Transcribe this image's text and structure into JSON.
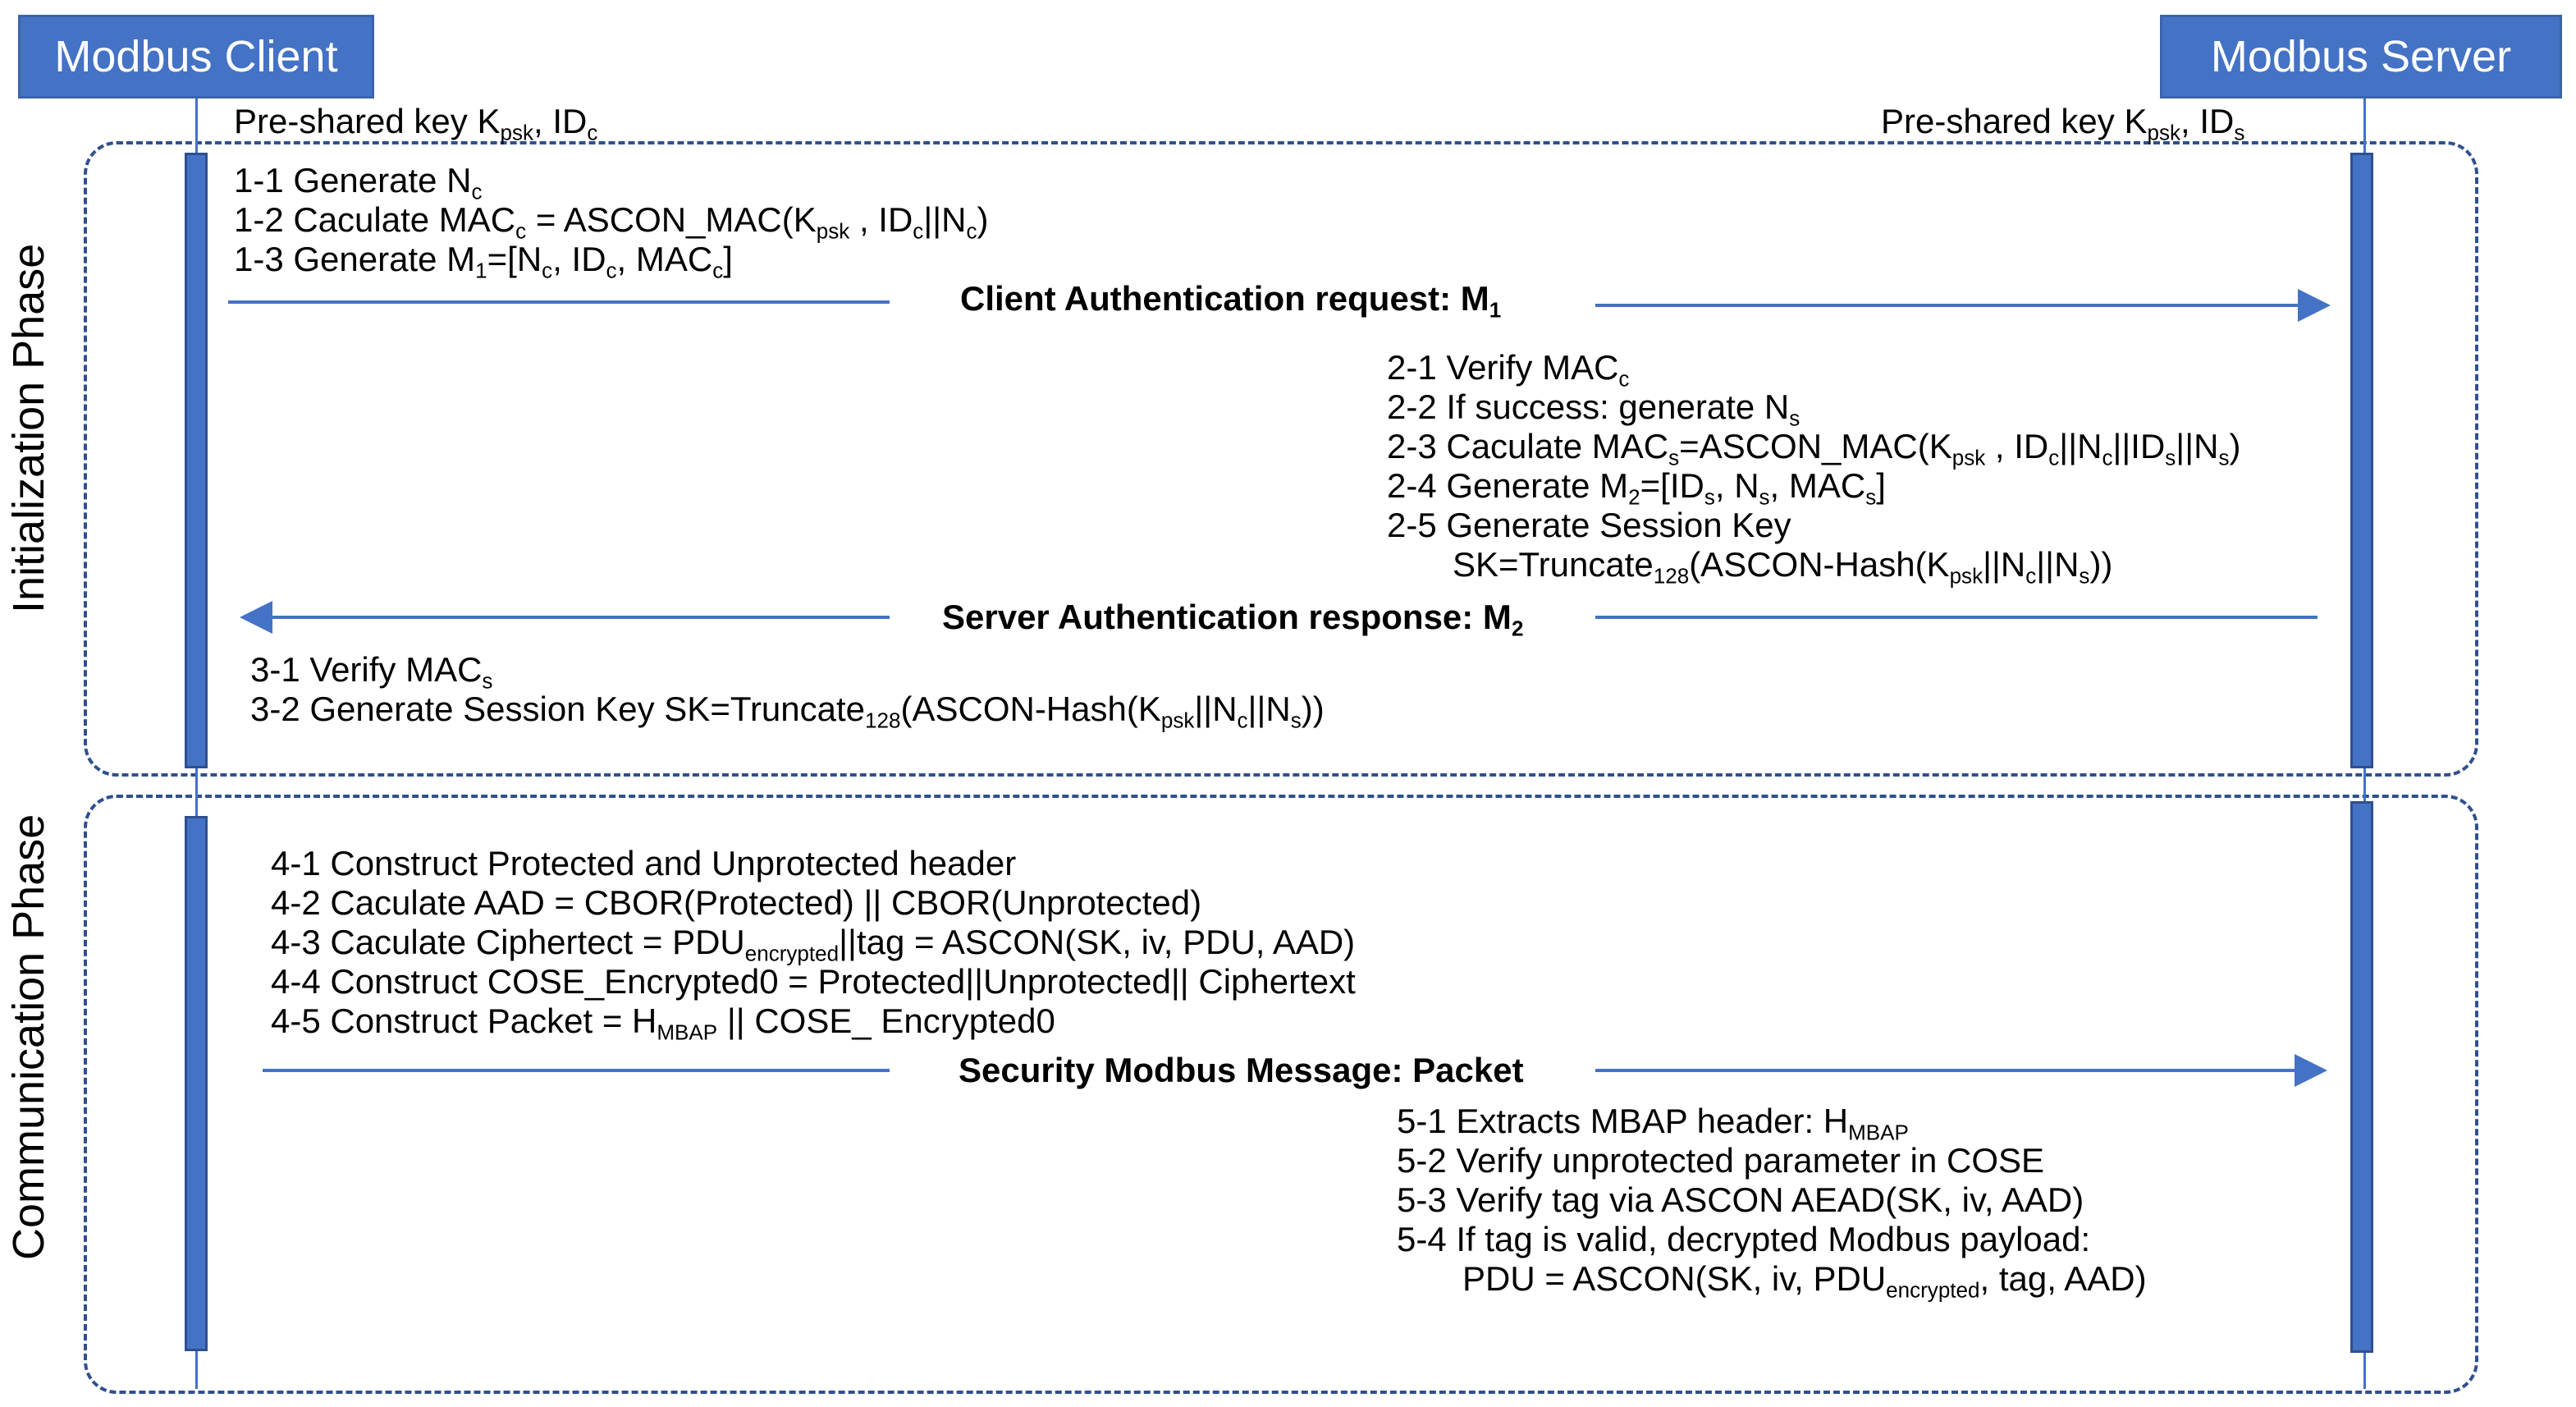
{
  "actors": {
    "client": "Modbus Client",
    "server": "Modbus Server"
  },
  "phases": {
    "init": "Initialization Phase",
    "comm": "Communication Phase"
  },
  "psk": {
    "client": [
      "Pre-shared key K",
      "psk",
      ", ID",
      "c"
    ],
    "server": [
      "Pre-shared key K",
      "psk",
      ", ID",
      "s"
    ]
  },
  "client_steps_1": [
    [
      "1-1 Generate N",
      "c"
    ],
    [
      "1-2 Caculate MAC",
      "c",
      " = ASCON_MAC(K",
      "psk",
      " , ID",
      "c",
      "||N",
      "c",
      ")"
    ],
    [
      "1-3 Generate M",
      "1",
      "=[N",
      "c",
      ", ID",
      "c",
      ", MAC",
      "c",
      "]"
    ]
  ],
  "msg1": [
    "Client Authentication request: M",
    "1"
  ],
  "server_steps_2": [
    [
      "2-1 Verify MAC",
      "c"
    ],
    [
      "2-2 If success: generate N",
      "s"
    ],
    [
      "2-3 Caculate MAC",
      "s",
      "=ASCON_MAC(K",
      "psk",
      " , ID",
      "c",
      "||N",
      "c",
      "||ID",
      "s",
      "||N",
      "s",
      ")"
    ],
    [
      "2-4 Generate M",
      "2",
      "=[ID",
      "s",
      ", N",
      "s",
      ", MAC",
      "s",
      "]"
    ],
    [
      "2-5 Generate Session Key"
    ],
    [
      "SK=Truncate",
      "128",
      "(ASCON-Hash(K",
      "psk",
      "||N",
      "c",
      "||N",
      "s",
      "))"
    ]
  ],
  "msg2": [
    "Server Authentication response: M",
    "2"
  ],
  "client_steps_3": [
    [
      "3-1 Verify MAC",
      "s"
    ],
    [
      "3-2 Generate Session Key SK=Truncate",
      "128",
      "(ASCON-Hash(K",
      "psk",
      "||N",
      "c",
      "||N",
      "s",
      "))"
    ]
  ],
  "client_steps_4": [
    [
      "4-1 Construct Protected and Unprotected header"
    ],
    [
      "4-2 Caculate AAD = CBOR(Protected) || CBOR(Unprotected)"
    ],
    [
      "4-3 Caculate Ciphertect = PDU",
      "encrypted",
      "||tag = ASCON(SK, iv, PDU, AAD)"
    ],
    [
      "4-4 Construct  COSE_Encrypted0 = Protected||Unprotected|| Ciphertext"
    ],
    [
      "4-5 Construct Packet = H",
      "MBAP",
      " || COSE_ Encrypted0"
    ]
  ],
  "msg3": [
    "Security Modbus Message: Packet"
  ],
  "server_steps_5": [
    [
      "5-1 Extracts MBAP header: H",
      "MBAP"
    ],
    [
      "5-2 Verify unprotected parameter in COSE"
    ],
    [
      "5-3 Verify tag via ASCON AEAD(SK, iv, AAD)"
    ],
    [
      "5-4 If tag is valid, decrypted Modbus payload:"
    ],
    [
      "PDU = ASCON(SK, iv, PDU",
      "encrypted",
      ", tag, AAD)"
    ]
  ],
  "colors": {
    "accent": "#4472C4",
    "border": "#2f4f8f"
  }
}
